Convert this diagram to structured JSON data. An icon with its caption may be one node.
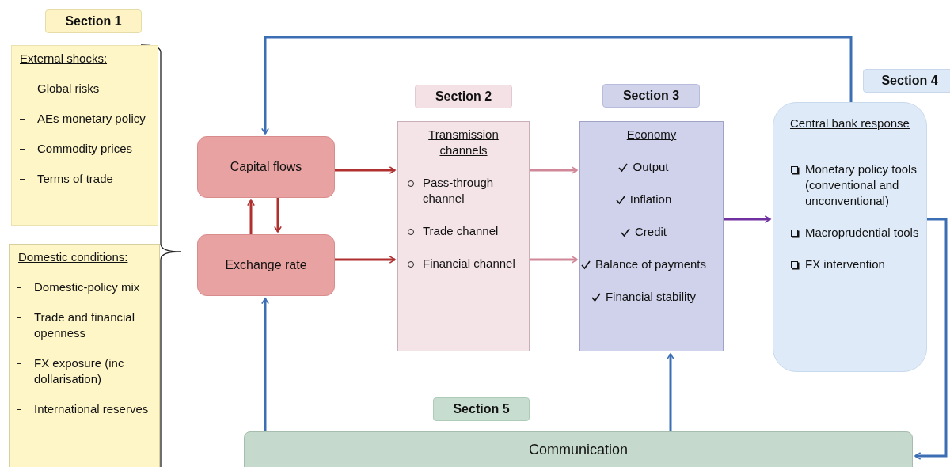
{
  "diagram": {
    "nodes": [
      {
        "text": [
          "Section 1"
        ]
      },
      {
        "text": [
          "External shocks:",
          "Global risks",
          "AEs monetary policy",
          "Commodity prices",
          "Terms of trade"
        ]
      },
      {
        "text": [
          "Domestic conditions:",
          "Domestic-policy mix",
          "Trade and financial openness",
          "FX exposure (inc dollarisation)",
          "International reserves"
        ]
      },
      {
        "text": [
          "Capital flows"
        ]
      },
      {
        "text": [
          "Exchange rate"
        ]
      },
      {
        "text": [
          "Section 2"
        ]
      },
      {
        "text": [
          "Transmission channels",
          "Pass-through channel",
          "Trade channel",
          "Financial channel"
        ]
      },
      {
        "text": [
          "Section 3"
        ]
      },
      {
        "text": [
          "Economy",
          "Output",
          "Inflation",
          "Credit",
          "Balance of payments",
          "Financial stability"
        ]
      },
      {
        "text": [
          "Section 4"
        ]
      },
      {
        "text": [
          "Central bank response",
          "Monetary policy tools (conventional and unconventional)",
          "Macroprudential tools",
          "FX intervention"
        ]
      },
      {
        "text": [
          "Section 5"
        ]
      },
      {
        "text": [
          "Communication"
        ]
      }
    ],
    "edges": [
      {
        "from": 3,
        "to": 6,
        "arrow": "to",
        "color": "#b03030"
      },
      {
        "from": 4,
        "to": 6,
        "arrow": "to",
        "color": "#b03030"
      },
      {
        "from": 4,
        "to": 3,
        "arrow": "to",
        "color": "#b03030"
      },
      {
        "from": 3,
        "to": 4,
        "arrow": "to",
        "color": "#b03030"
      },
      {
        "from": 6,
        "to": 8,
        "arrow": "to",
        "color": "#d08898"
      },
      {
        "from": 6,
        "to": 8,
        "arrow": "to",
        "color": "#d08898"
      },
      {
        "from": 8,
        "to": 10,
        "arrow": "to",
        "color": "#7030a0"
      },
      {
        "from": 10,
        "to": 3,
        "arrow": "to",
        "color": "#3c6eb4"
      },
      {
        "from": 10,
        "to": 12,
        "arrow": "to",
        "color": "#3c6eb4"
      },
      {
        "from": 12,
        "to": 4,
        "arrow": "to",
        "color": "#3c6eb4"
      },
      {
        "from": 12,
        "to": 8,
        "arrow": "to",
        "color": "#3c6eb4"
      }
    ]
  }
}
